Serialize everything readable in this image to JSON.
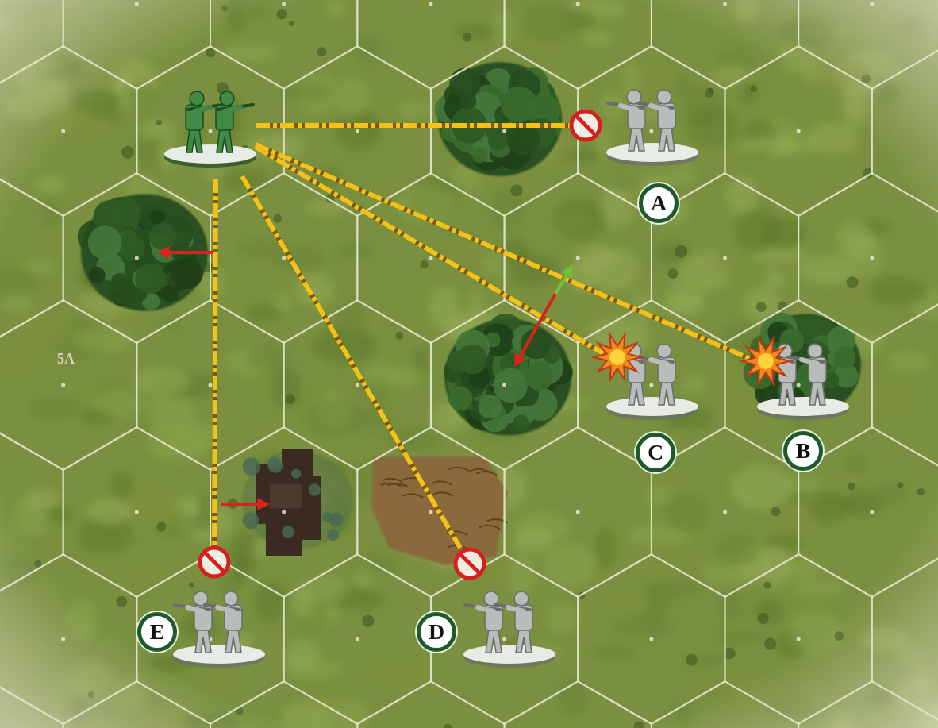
{
  "diagram": {
    "nodes": [
      {
        "text": [
          "A"
        ]
      },
      {
        "text": [
          "C"
        ]
      },
      {
        "text": [
          "B"
        ]
      },
      {
        "text": [
          "E"
        ]
      },
      {
        "text": [
          "D"
        ]
      }
    ],
    "labels": [
      "5A"
    ]
  }
}
